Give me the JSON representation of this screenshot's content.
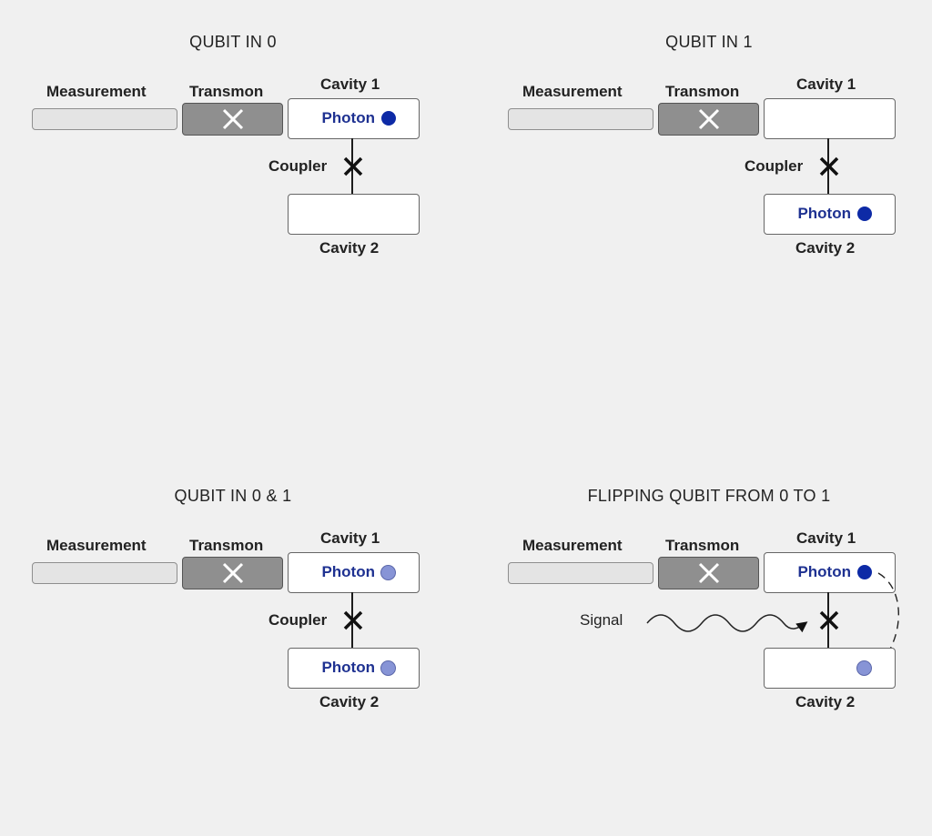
{
  "labels": {
    "measurement": "Measurement",
    "transmon": "Transmon",
    "cavity1": "Cavity 1",
    "cavity2": "Cavity 2",
    "coupler": "Coupler",
    "photon": "Photon",
    "signal": "Signal"
  },
  "panels": [
    {
      "title": "QUBIT IN 0"
    },
    {
      "title": "QUBIT IN 1"
    },
    {
      "title": "QUBIT IN 0 & 1"
    },
    {
      "title": "FLIPPING QUBIT FROM 0 TO 1"
    }
  ],
  "colors": {
    "background": "#f0f0f0",
    "photon_text": "#1e3191",
    "photon_full": "#0d2aa6",
    "photon_half": "#8794d6",
    "transmon": "#8f8f8f"
  },
  "icons": {
    "transmon": "x-mark-icon",
    "coupler": "cross-icon",
    "photon": "photon-dot-icon"
  }
}
